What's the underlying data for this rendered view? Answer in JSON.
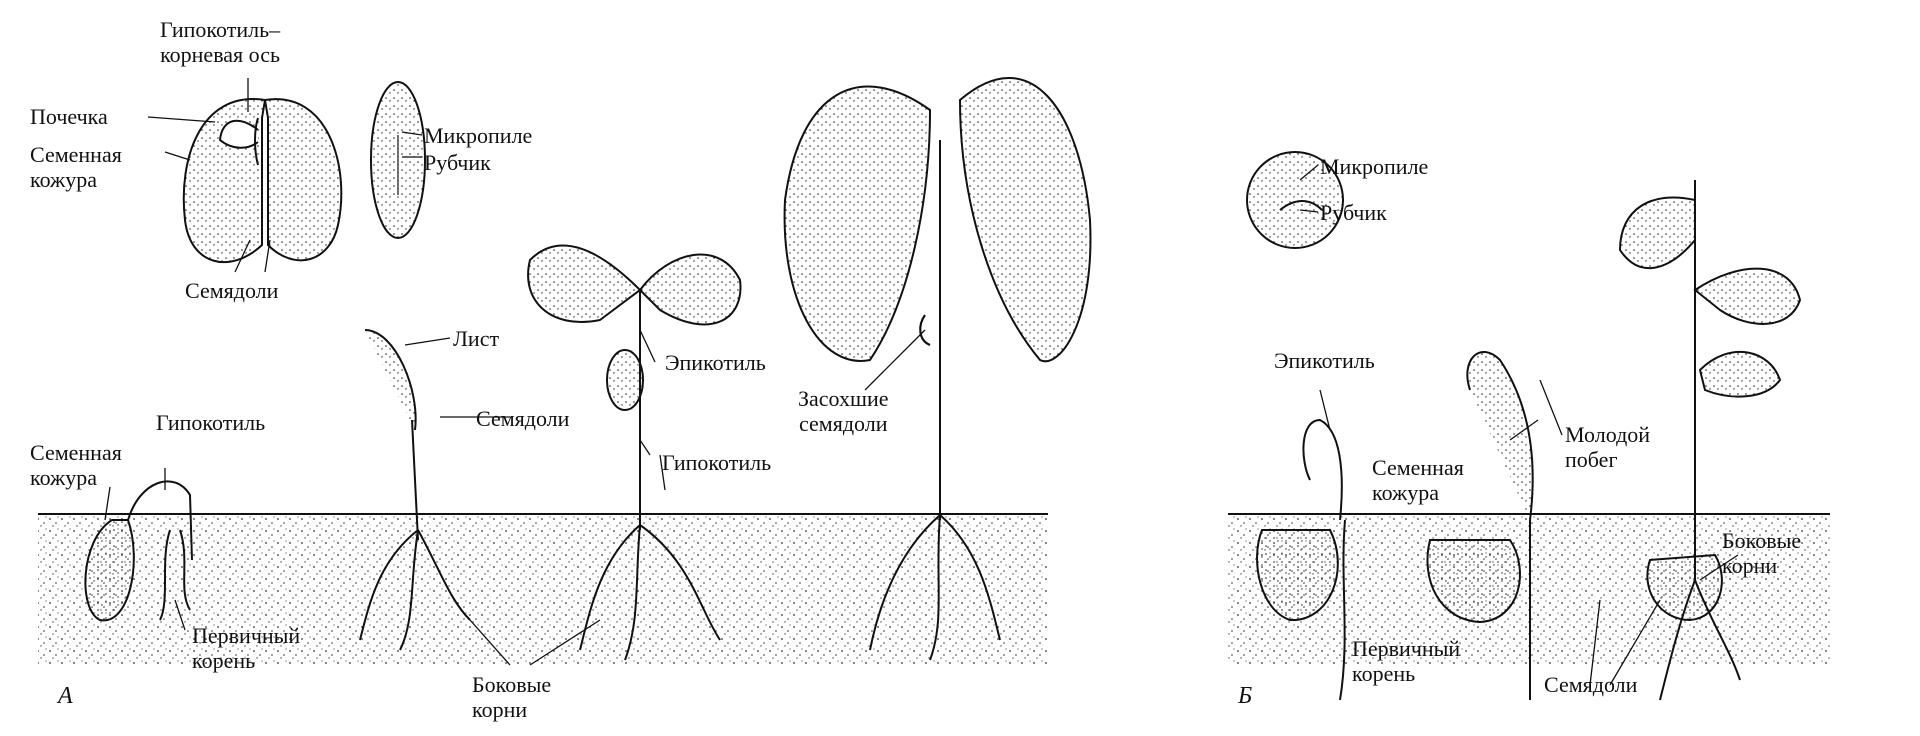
{
  "panels": {
    "a": "А",
    "b": "Б"
  },
  "labels_a": {
    "hypocotyl_root_axis_1": "Гипокотиль–",
    "hypocotyl_root_axis_2": "корневая ось",
    "plumule": "Почечка",
    "seed_coat_1": "Семенная",
    "seed_coat_2": "кожура",
    "cotyledons_seed": "Семядоли",
    "micropyle": "Микропиле",
    "hilum": "Рубчик",
    "leaf": "Лист",
    "epicotyl": "Эпикотиль",
    "cotyledons_seedling": "Семядоли",
    "dried_cotyledons_1": "Засохшие",
    "dried_cotyledons_2": "семядоли",
    "hypocotyl_early": "Гипокотиль",
    "seed_coat_early_1": "Семенная",
    "seed_coat_early_2": "кожура",
    "hypocotyl_late": "Гипокотиль",
    "primary_root_1": "Первичный",
    "primary_root_2": "корень",
    "lateral_roots_1": "Боковые",
    "lateral_roots_2": "корни"
  },
  "labels_b": {
    "micropyle": "Микропиле",
    "hilum": "Рубчик",
    "epicotyl": "Эпикотиль",
    "seed_coat_1": "Семенная",
    "seed_coat_2": "кожура",
    "young_shoot_1": "Молодой",
    "young_shoot_2": "побег",
    "lateral_roots_1": "Боковые",
    "lateral_roots_2": "корни",
    "primary_root_1": "Первичный",
    "primary_root_2": "корень",
    "cotyledons": "Семядоли"
  }
}
